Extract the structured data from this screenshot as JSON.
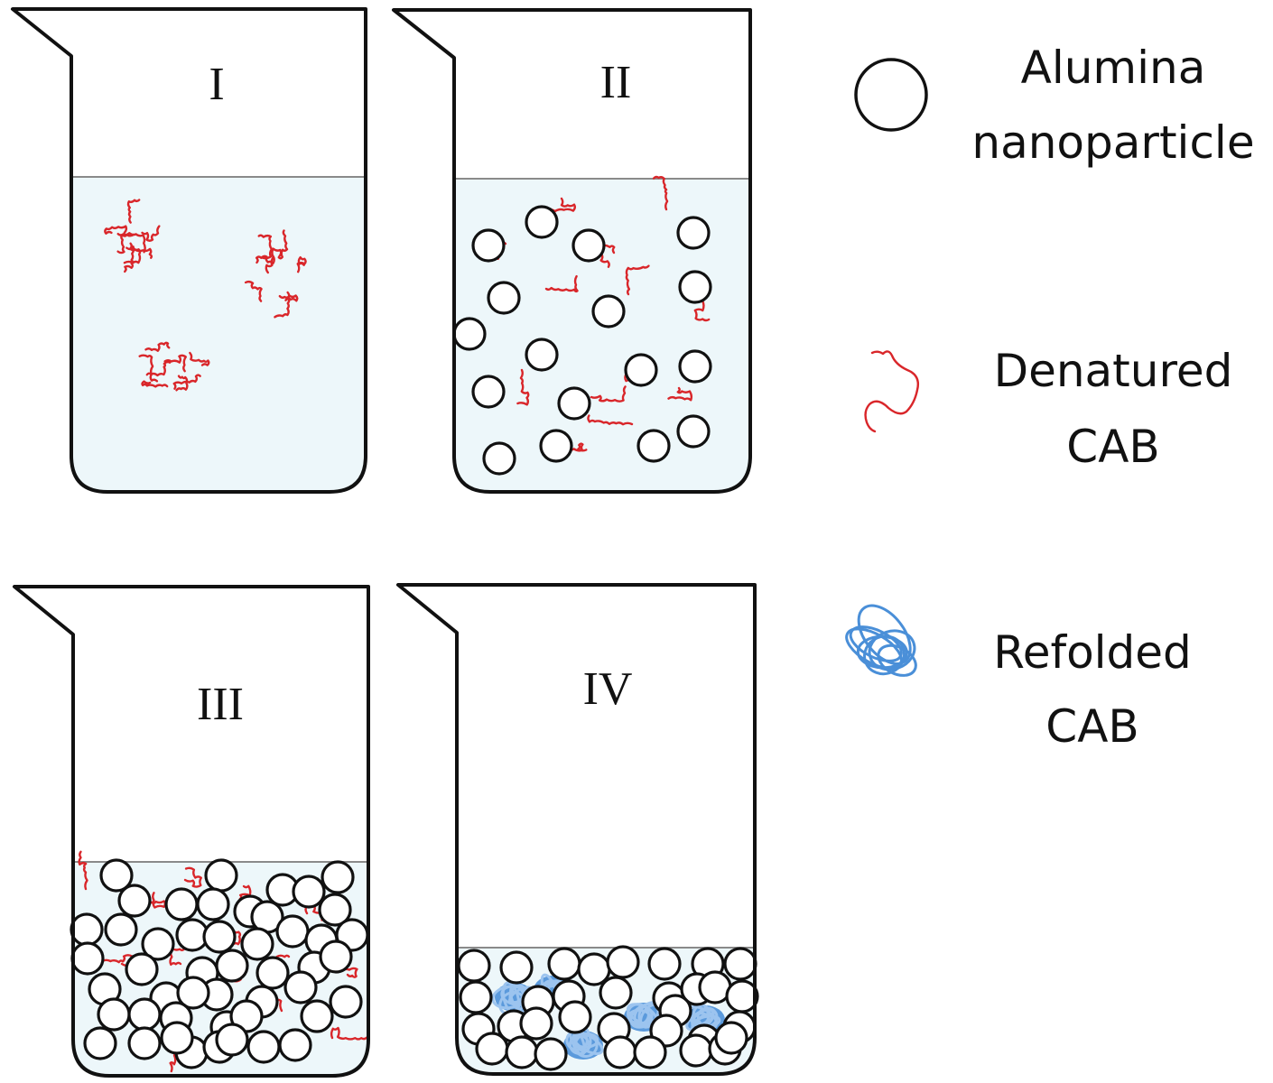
{
  "figure": {
    "beakers": [
      {
        "id": "I",
        "label": "I",
        "state": "denatured CAB aggregates in solution",
        "nanoparticles": false,
        "denatured": true,
        "refolded": false,
        "liquid_level": "high"
      },
      {
        "id": "II",
        "label": "II",
        "state": "denatured CAB dispersed with alumina nanoparticles",
        "nanoparticles": true,
        "denatured": true,
        "refolded": false,
        "liquid_level": "high"
      },
      {
        "id": "III",
        "label": "III",
        "state": "nanoparticles settled with adsorbed denatured CAB",
        "nanoparticles": true,
        "denatured": true,
        "refolded": false,
        "liquid_level": "medium"
      },
      {
        "id": "IV",
        "label": "IV",
        "state": "nanoparticles with refolded CAB",
        "nanoparticles": true,
        "denatured": false,
        "refolded": true,
        "liquid_level": "low"
      }
    ],
    "legend": [
      {
        "icon": "circle-icon",
        "line1": "Alumina",
        "line2": "nanoparticle"
      },
      {
        "icon": "red-chain-icon",
        "line1": "Denatured",
        "line2": "CAB"
      },
      {
        "icon": "blue-coil-icon",
        "line1": "Refolded",
        "line2": "CAB"
      }
    ],
    "colors": {
      "liquid": "#edf7fa",
      "denatured_cab": "#d9262a",
      "refolded_cab": "#4a8fd8",
      "nanoparticle_stroke": "#111111"
    }
  }
}
